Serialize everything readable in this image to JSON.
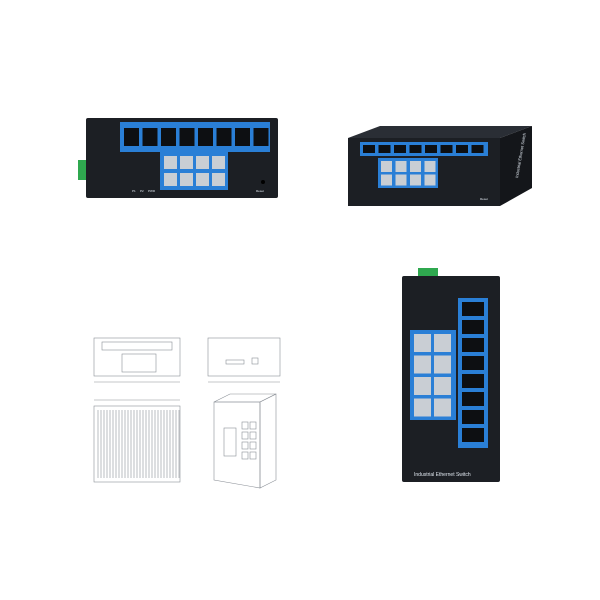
{
  "product": {
    "label": "Industrial Ethernet Switch",
    "reset_label": "Reset",
    "led_labels": [
      "P1",
      "P2",
      "PWR"
    ]
  },
  "colors": {
    "housing": "#1c1f24",
    "housing_dark": "#111316",
    "accent_blue": "#2a7fd6",
    "terminal_green": "#2fa84f",
    "port_metal": "#c9ced4",
    "drawing_line": "#8a8f96"
  },
  "ports": {
    "rj45_count": 8,
    "sfp_count": 8
  }
}
